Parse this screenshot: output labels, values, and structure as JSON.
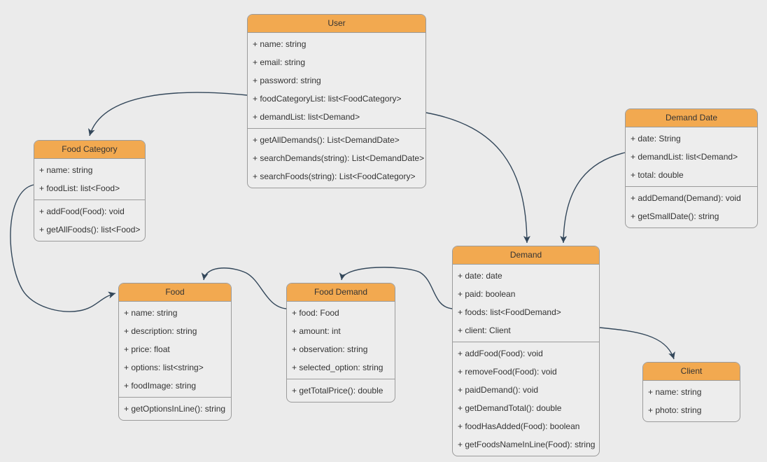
{
  "diagram": {
    "kind": "uml-class-diagram",
    "colors": {
      "header_fill": "#f2a950",
      "box_border": "#9b9b9b",
      "box_fill": "#ededed",
      "edge_line": "#33475a",
      "text": "#333333",
      "background": "#ebebeb"
    },
    "classes": {
      "user": {
        "title": "User",
        "attributes": [
          "+ name: string",
          "+ email: string",
          "+ password: string",
          "+ foodCategoryList: list<FoodCategory>",
          "+ demandList: list<Demand>"
        ],
        "methods": [
          "+ getAllDemands(): List<DemandDate>",
          "+ searchDemands(string): List<DemandDate>",
          "+ searchFoods(string): List<FoodCategory>"
        ]
      },
      "food_category": {
        "title": "Food Category",
        "attributes": [
          "+ name: string",
          "+ foodList: list<Food>"
        ],
        "methods": [
          "+ addFood(Food): void",
          "+ getAllFoods(): list<Food>"
        ]
      },
      "demand_date": {
        "title": "Demand Date",
        "attributes": [
          "+ date: String",
          "+ demandList: list<Demand>",
          "+ total: double"
        ],
        "methods": [
          "+ addDemand(Demand): void",
          "+ getSmallDate(): string"
        ]
      },
      "demand": {
        "title": "Demand",
        "attributes": [
          "+ date: date",
          "+ paid: boolean",
          "+ foods: list<FoodDemand>",
          "+ client: Client"
        ],
        "methods": [
          "+ addFood(Food): void",
          "+ removeFood(Food): void",
          "+ paidDemand(): void",
          "+ getDemandTotal(): double",
          "+ foodHasAdded(Food): boolean",
          "+ getFoodsNameInLine(Food): string"
        ]
      },
      "food": {
        "title": "Food",
        "attributes": [
          "+ name: string",
          "+ description: string",
          "+ price: float",
          "+ options: list<string>",
          "+ foodImage: string"
        ],
        "methods": [
          "+ getOptionsInLine(): string"
        ]
      },
      "food_demand": {
        "title": "Food Demand",
        "attributes": [
          "+ food: Food",
          "+ amount: int",
          "+ observation: string",
          "+ selected_option: string"
        ],
        "methods": [
          "+ getTotalPrice(): double"
        ]
      },
      "client": {
        "title": "Client",
        "attributes": [
          "+ name: string",
          "+ photo: string"
        ],
        "methods": []
      }
    },
    "connections": [
      {
        "from": "User",
        "to": "Food Category"
      },
      {
        "from": "User",
        "to": "Demand"
      },
      {
        "from": "Demand Date",
        "to": "Demand"
      },
      {
        "from": "Food Category",
        "to": "Food"
      },
      {
        "from": "Food Demand",
        "to": "Food"
      },
      {
        "from": "Demand",
        "to": "Food Demand"
      },
      {
        "from": "Demand",
        "to": "Client"
      }
    ]
  }
}
